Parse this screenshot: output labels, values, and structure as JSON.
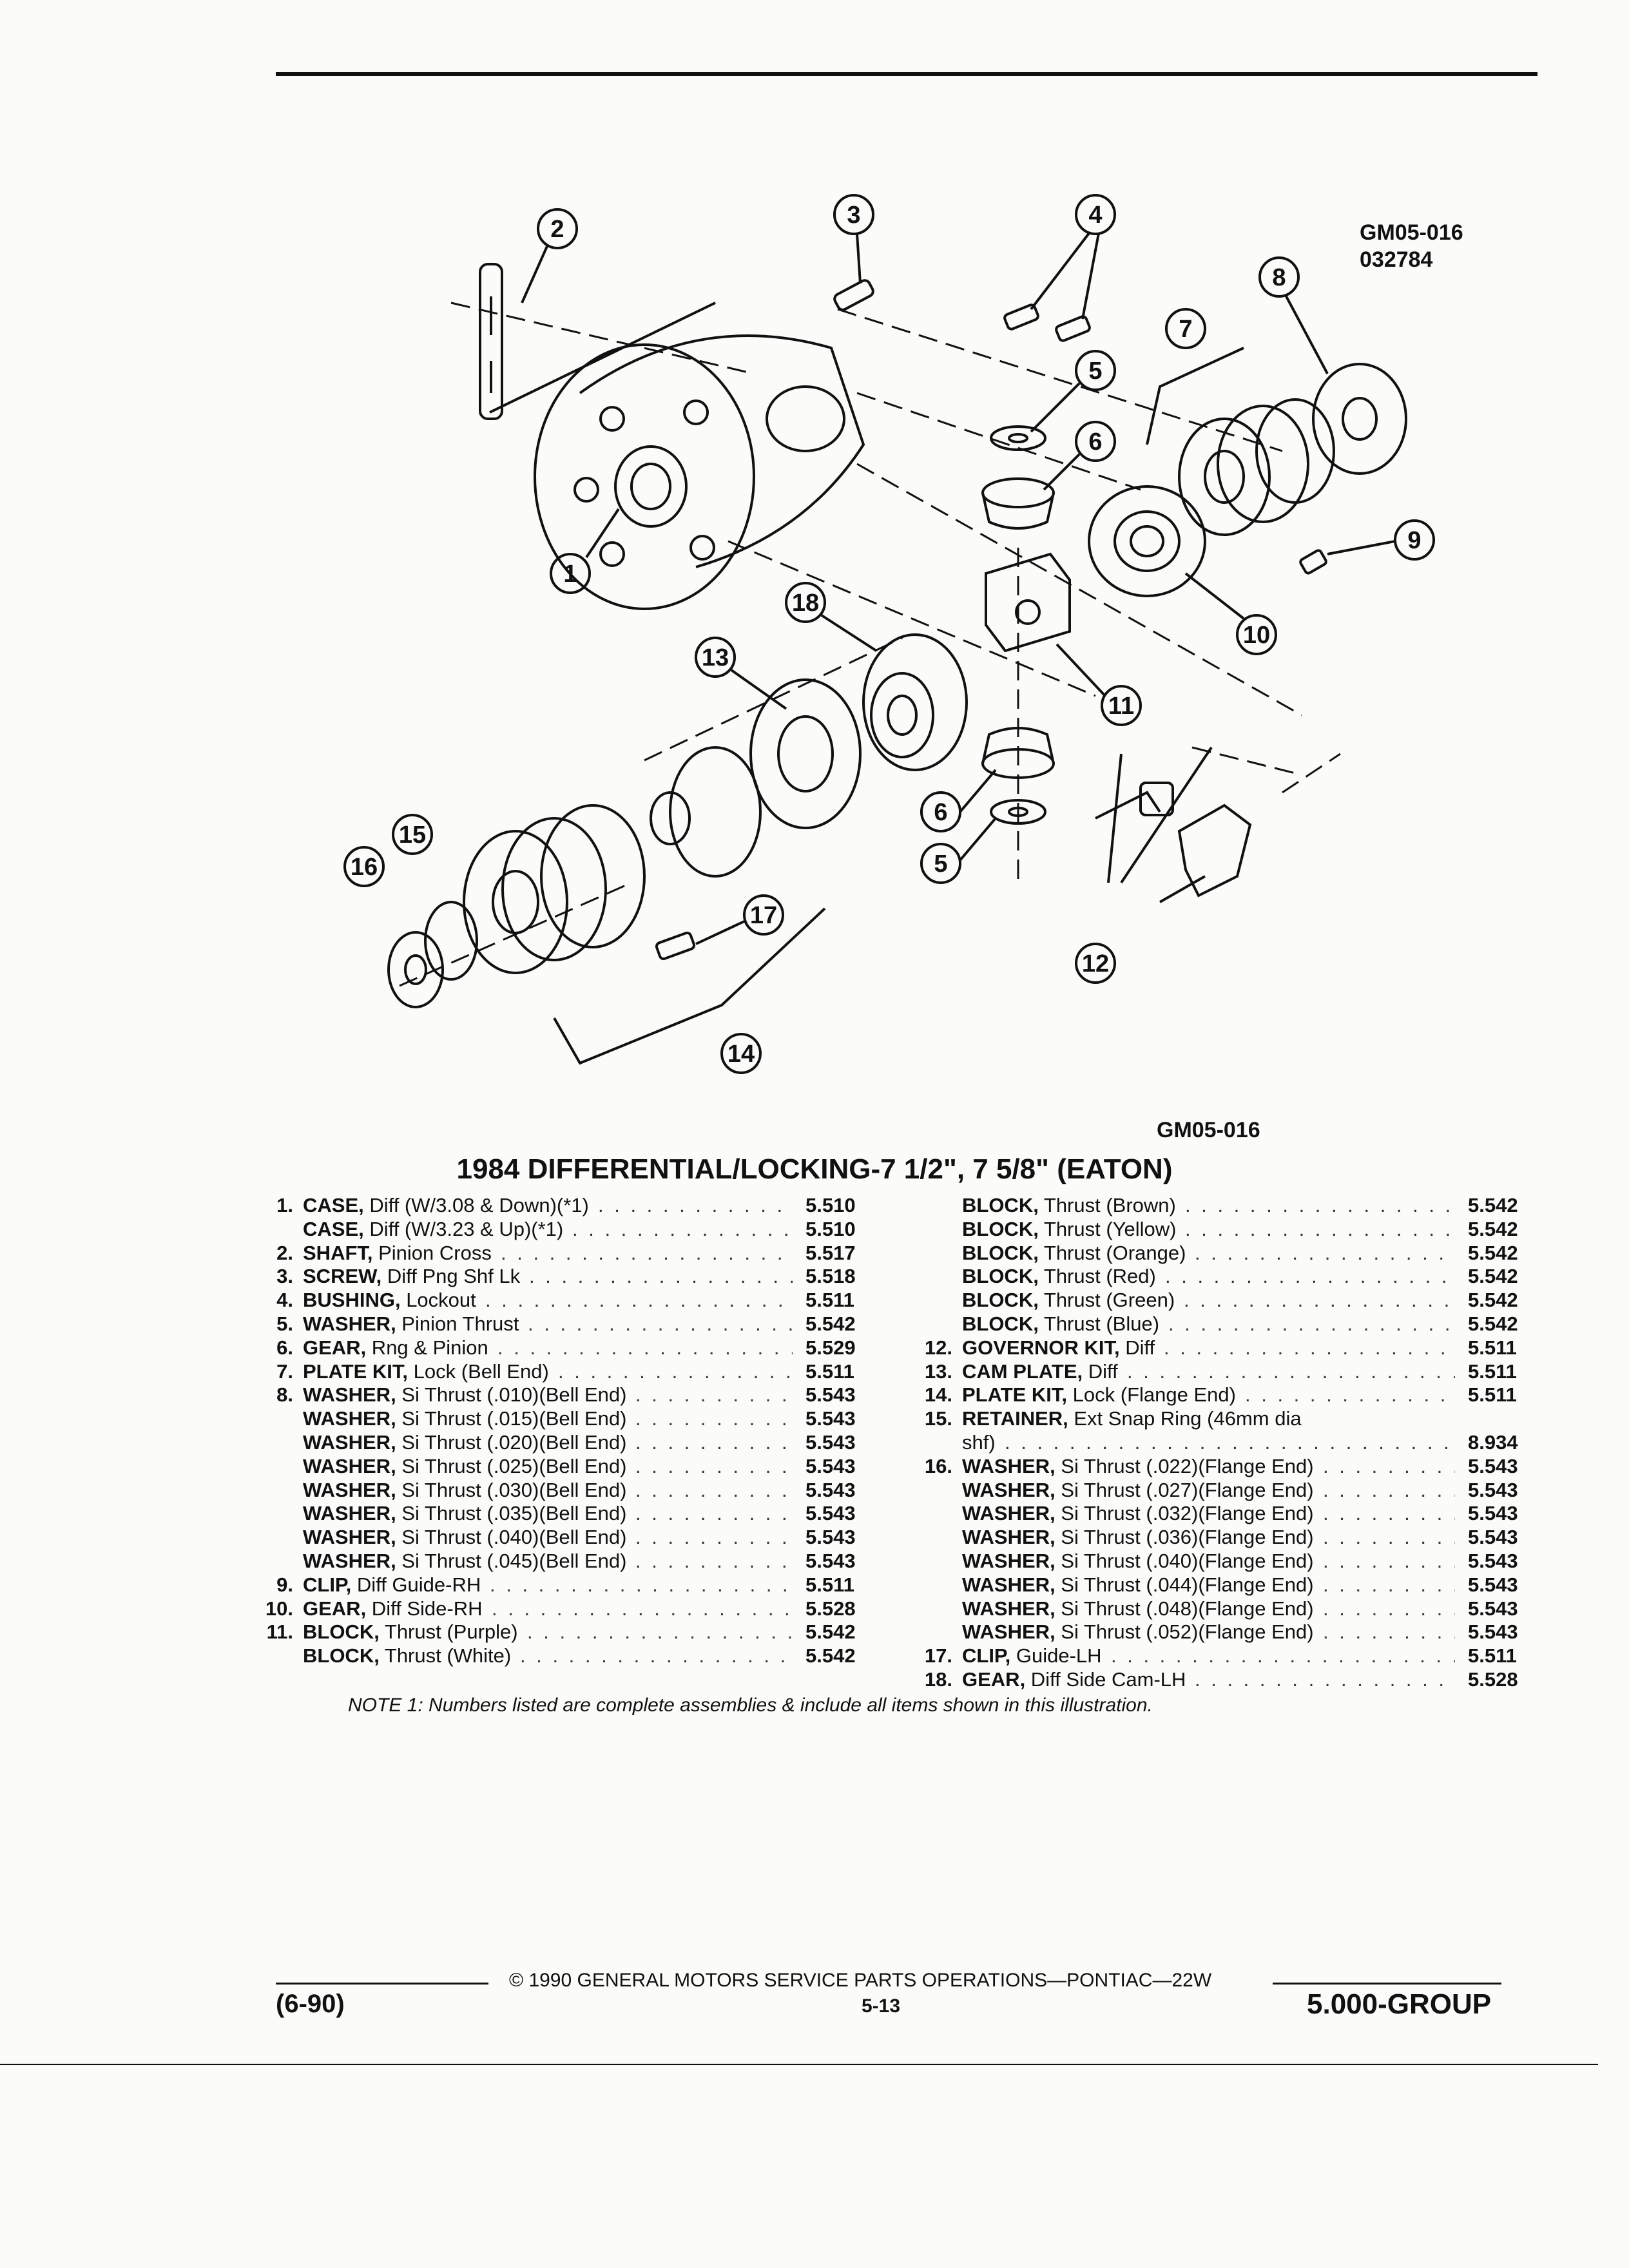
{
  "figure": {
    "code_top": "GM05-016",
    "date_code": "032784",
    "code_bottom": "GM05-016",
    "callouts": [
      "1",
      "2",
      "3",
      "4",
      "5",
      "6",
      "7",
      "8",
      "9",
      "10",
      "11",
      "12",
      "13",
      "14",
      "15",
      "16",
      "17",
      "18"
    ]
  },
  "title": "1984 DIFFERENTIAL/LOCKING-7 1/2\", 7 5/8\" (EATON)",
  "parts_left": [
    {
      "num": "1.",
      "name": "CASE,",
      "desc": " Diff (W/3.08 & Down)(*1)",
      "group": "5.510"
    },
    {
      "num": "",
      "name": "CASE,",
      "desc": " Diff (W/3.23 & Up)(*1)",
      "group": "5.510"
    },
    {
      "num": "2.",
      "name": "SHAFT,",
      "desc": " Pinion Cross",
      "group": "5.517"
    },
    {
      "num": "3.",
      "name": "SCREW,",
      "desc": " Diff Png Shf Lk",
      "group": "5.518"
    },
    {
      "num": "4.",
      "name": "BUSHING,",
      "desc": " Lockout",
      "group": "5.511"
    },
    {
      "num": "5.",
      "name": "WASHER,",
      "desc": " Pinion Thrust",
      "group": "5.542"
    },
    {
      "num": "6.",
      "name": "GEAR,",
      "desc": " Rng & Pinion",
      "group": "5.529"
    },
    {
      "num": "7.",
      "name": "PLATE KIT,",
      "desc": " Lock (Bell End)",
      "group": "5.511"
    },
    {
      "num": "8.",
      "name": "WASHER,",
      "desc": " Si Thrust (.010)(Bell End)",
      "group": "5.543"
    },
    {
      "num": "",
      "name": "WASHER,",
      "desc": " Si Thrust (.015)(Bell End)",
      "group": "5.543"
    },
    {
      "num": "",
      "name": "WASHER,",
      "desc": " Si Thrust (.020)(Bell End)",
      "group": "5.543"
    },
    {
      "num": "",
      "name": "WASHER,",
      "desc": " Si Thrust (.025)(Bell End)",
      "group": "5.543"
    },
    {
      "num": "",
      "name": "WASHER,",
      "desc": " Si Thrust (.030)(Bell End)",
      "group": "5.543"
    },
    {
      "num": "",
      "name": "WASHER,",
      "desc": " Si Thrust (.035)(Bell End)",
      "group": "5.543"
    },
    {
      "num": "",
      "name": "WASHER,",
      "desc": " Si Thrust (.040)(Bell End)",
      "group": "5.543"
    },
    {
      "num": "",
      "name": "WASHER,",
      "desc": " Si Thrust (.045)(Bell End)",
      "group": "5.543"
    },
    {
      "num": "9.",
      "name": "CLIP,",
      "desc": " Diff Guide-RH",
      "group": "5.511"
    },
    {
      "num": "10.",
      "name": "GEAR,",
      "desc": " Diff Side-RH",
      "group": "5.528"
    },
    {
      "num": "11.",
      "name": "BLOCK,",
      "desc": " Thrust (Purple)",
      "group": "5.542"
    },
    {
      "num": "",
      "name": "BLOCK,",
      "desc": " Thrust (White)",
      "group": "5.542"
    }
  ],
  "parts_right": [
    {
      "num": "",
      "name": "BLOCK,",
      "desc": " Thrust (Brown)",
      "group": "5.542"
    },
    {
      "num": "",
      "name": "BLOCK,",
      "desc": " Thrust (Yellow)",
      "group": "5.542"
    },
    {
      "num": "",
      "name": "BLOCK,",
      "desc": " Thrust (Orange)",
      "group": "5.542"
    },
    {
      "num": "",
      "name": "BLOCK,",
      "desc": " Thrust (Red)",
      "group": "5.542"
    },
    {
      "num": "",
      "name": "BLOCK,",
      "desc": " Thrust (Green)",
      "group": "5.542"
    },
    {
      "num": "",
      "name": "BLOCK,",
      "desc": " Thrust (Blue)",
      "group": "5.542"
    },
    {
      "num": "12.",
      "name": "GOVERNOR KIT,",
      "desc": " Diff",
      "group": "5.511"
    },
    {
      "num": "13.",
      "name": "CAM PLATE,",
      "desc": " Diff",
      "group": "5.511"
    },
    {
      "num": "14.",
      "name": "PLATE KIT,",
      "desc": " Lock (Flange End)",
      "group": "5.511"
    },
    {
      "num": "15.",
      "name": "RETAINER,",
      "desc": " Ext Snap Ring (46mm dia",
      "group": ""
    },
    {
      "num": "",
      "name": "",
      "desc": "shf)",
      "group": "8.934"
    },
    {
      "num": "16.",
      "name": "WASHER,",
      "desc": " Si Thrust (.022)(Flange End)",
      "group": "5.543"
    },
    {
      "num": "",
      "name": "WASHER,",
      "desc": " Si Thrust (.027)(Flange End)",
      "group": "5.543"
    },
    {
      "num": "",
      "name": "WASHER,",
      "desc": " Si Thrust (.032)(Flange End)",
      "group": "5.543"
    },
    {
      "num": "",
      "name": "WASHER,",
      "desc": " Si Thrust (.036)(Flange End)",
      "group": "5.543"
    },
    {
      "num": "",
      "name": "WASHER,",
      "desc": " Si Thrust (.040)(Flange End)",
      "group": "5.543"
    },
    {
      "num": "",
      "name": "WASHER,",
      "desc": " Si Thrust (.044)(Flange End)",
      "group": "5.543"
    },
    {
      "num": "",
      "name": "WASHER,",
      "desc": " Si Thrust (.048)(Flange End)",
      "group": "5.543"
    },
    {
      "num": "",
      "name": "WASHER,",
      "desc": " Si Thrust (.052)(Flange End)",
      "group": "5.543"
    },
    {
      "num": "17.",
      "name": "CLIP,",
      "desc": " Guide-LH",
      "group": "5.511"
    },
    {
      "num": "18.",
      "name": "GEAR,",
      "desc": " Diff Side Cam-LH",
      "group": "5.528"
    }
  ],
  "note": "NOTE 1: Numbers listed are complete assemblies & include all items shown in this illustration.",
  "footer": {
    "copyright": "© 1990 GENERAL MOTORS SERVICE PARTS OPERATIONS—PONTIAC—22W",
    "date": "(6-90)",
    "page": "5-13",
    "group": "5.000-GROUP"
  }
}
